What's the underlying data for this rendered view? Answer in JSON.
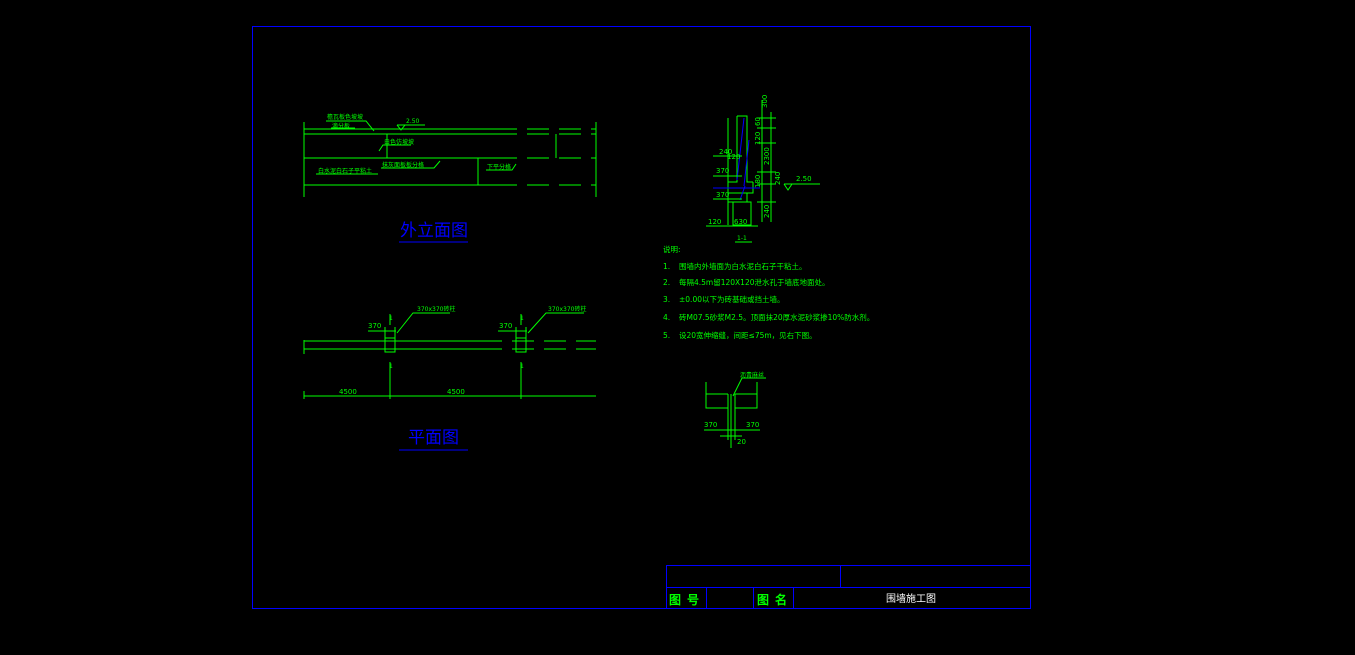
{
  "colors": {
    "background": "#000000",
    "line": "#00ff00",
    "frame": "#0000ff",
    "title_text": "#0000ff",
    "block_text": "#ffffff"
  },
  "elevation": {
    "title": "外立面图",
    "label_coping": "檐瓦板色坡坡",
    "label_drip": "滴分板",
    "label_level": "2.50",
    "label_paint": "白色仿坡坡",
    "label_plinth": "抹灰面板板分格",
    "label_finish": "白水泥白石子平粘土",
    "label_ground": "下平分格"
  },
  "plan": {
    "title": "平面图",
    "dim_a": "370",
    "dim_b": "370",
    "pier_note_a": "370x370砖柱",
    "pier_note_b": "370x370砖柱",
    "mark_a_top": "1",
    "mark_a_bot": "1",
    "mark_b_top": "1",
    "mark_b_bot": "1",
    "span_a": "4500",
    "span_b": "4500"
  },
  "section": {
    "label": "1-1",
    "dim_top": "300",
    "dim_240": "240",
    "dim_120": "120",
    "dim_370": "370",
    "dim_370b": "370",
    "dim_120b": "120",
    "dim_630": "630",
    "dim_r1": "60",
    "dim_r2": "120",
    "dim_r3": "2300",
    "dim_r4": "180",
    "dim_r5": "240",
    "dim_r6": "240",
    "level": "2.50"
  },
  "notes": {
    "heading": "说明:",
    "items": [
      {
        "num": "1.",
        "text": "围墙内外墙面为白水泥白石子干粘土。"
      },
      {
        "num": "2.",
        "text": "每隔4.5m留120X120泄水孔于墙底地面处。"
      },
      {
        "num": "3.",
        "text": "±0.00以下为砖基础或挡土墙。"
      },
      {
        "num": "4.",
        "text": "砖M07.5砂浆M2.5。顶面抹20厚水泥砂浆掺10%防水剂。"
      },
      {
        "num": "5.",
        "text": "设20宽伸缩缝，间距≤75m，见右下图。"
      }
    ]
  },
  "joint": {
    "note": "沥青麻丝",
    "dim_left": "370",
    "dim_right": "370",
    "dim_gap": "20"
  },
  "title_block": {
    "label_drawing_no": "图号",
    "label_drawing_name": "图名",
    "drawing_name": "围墙施工图"
  }
}
